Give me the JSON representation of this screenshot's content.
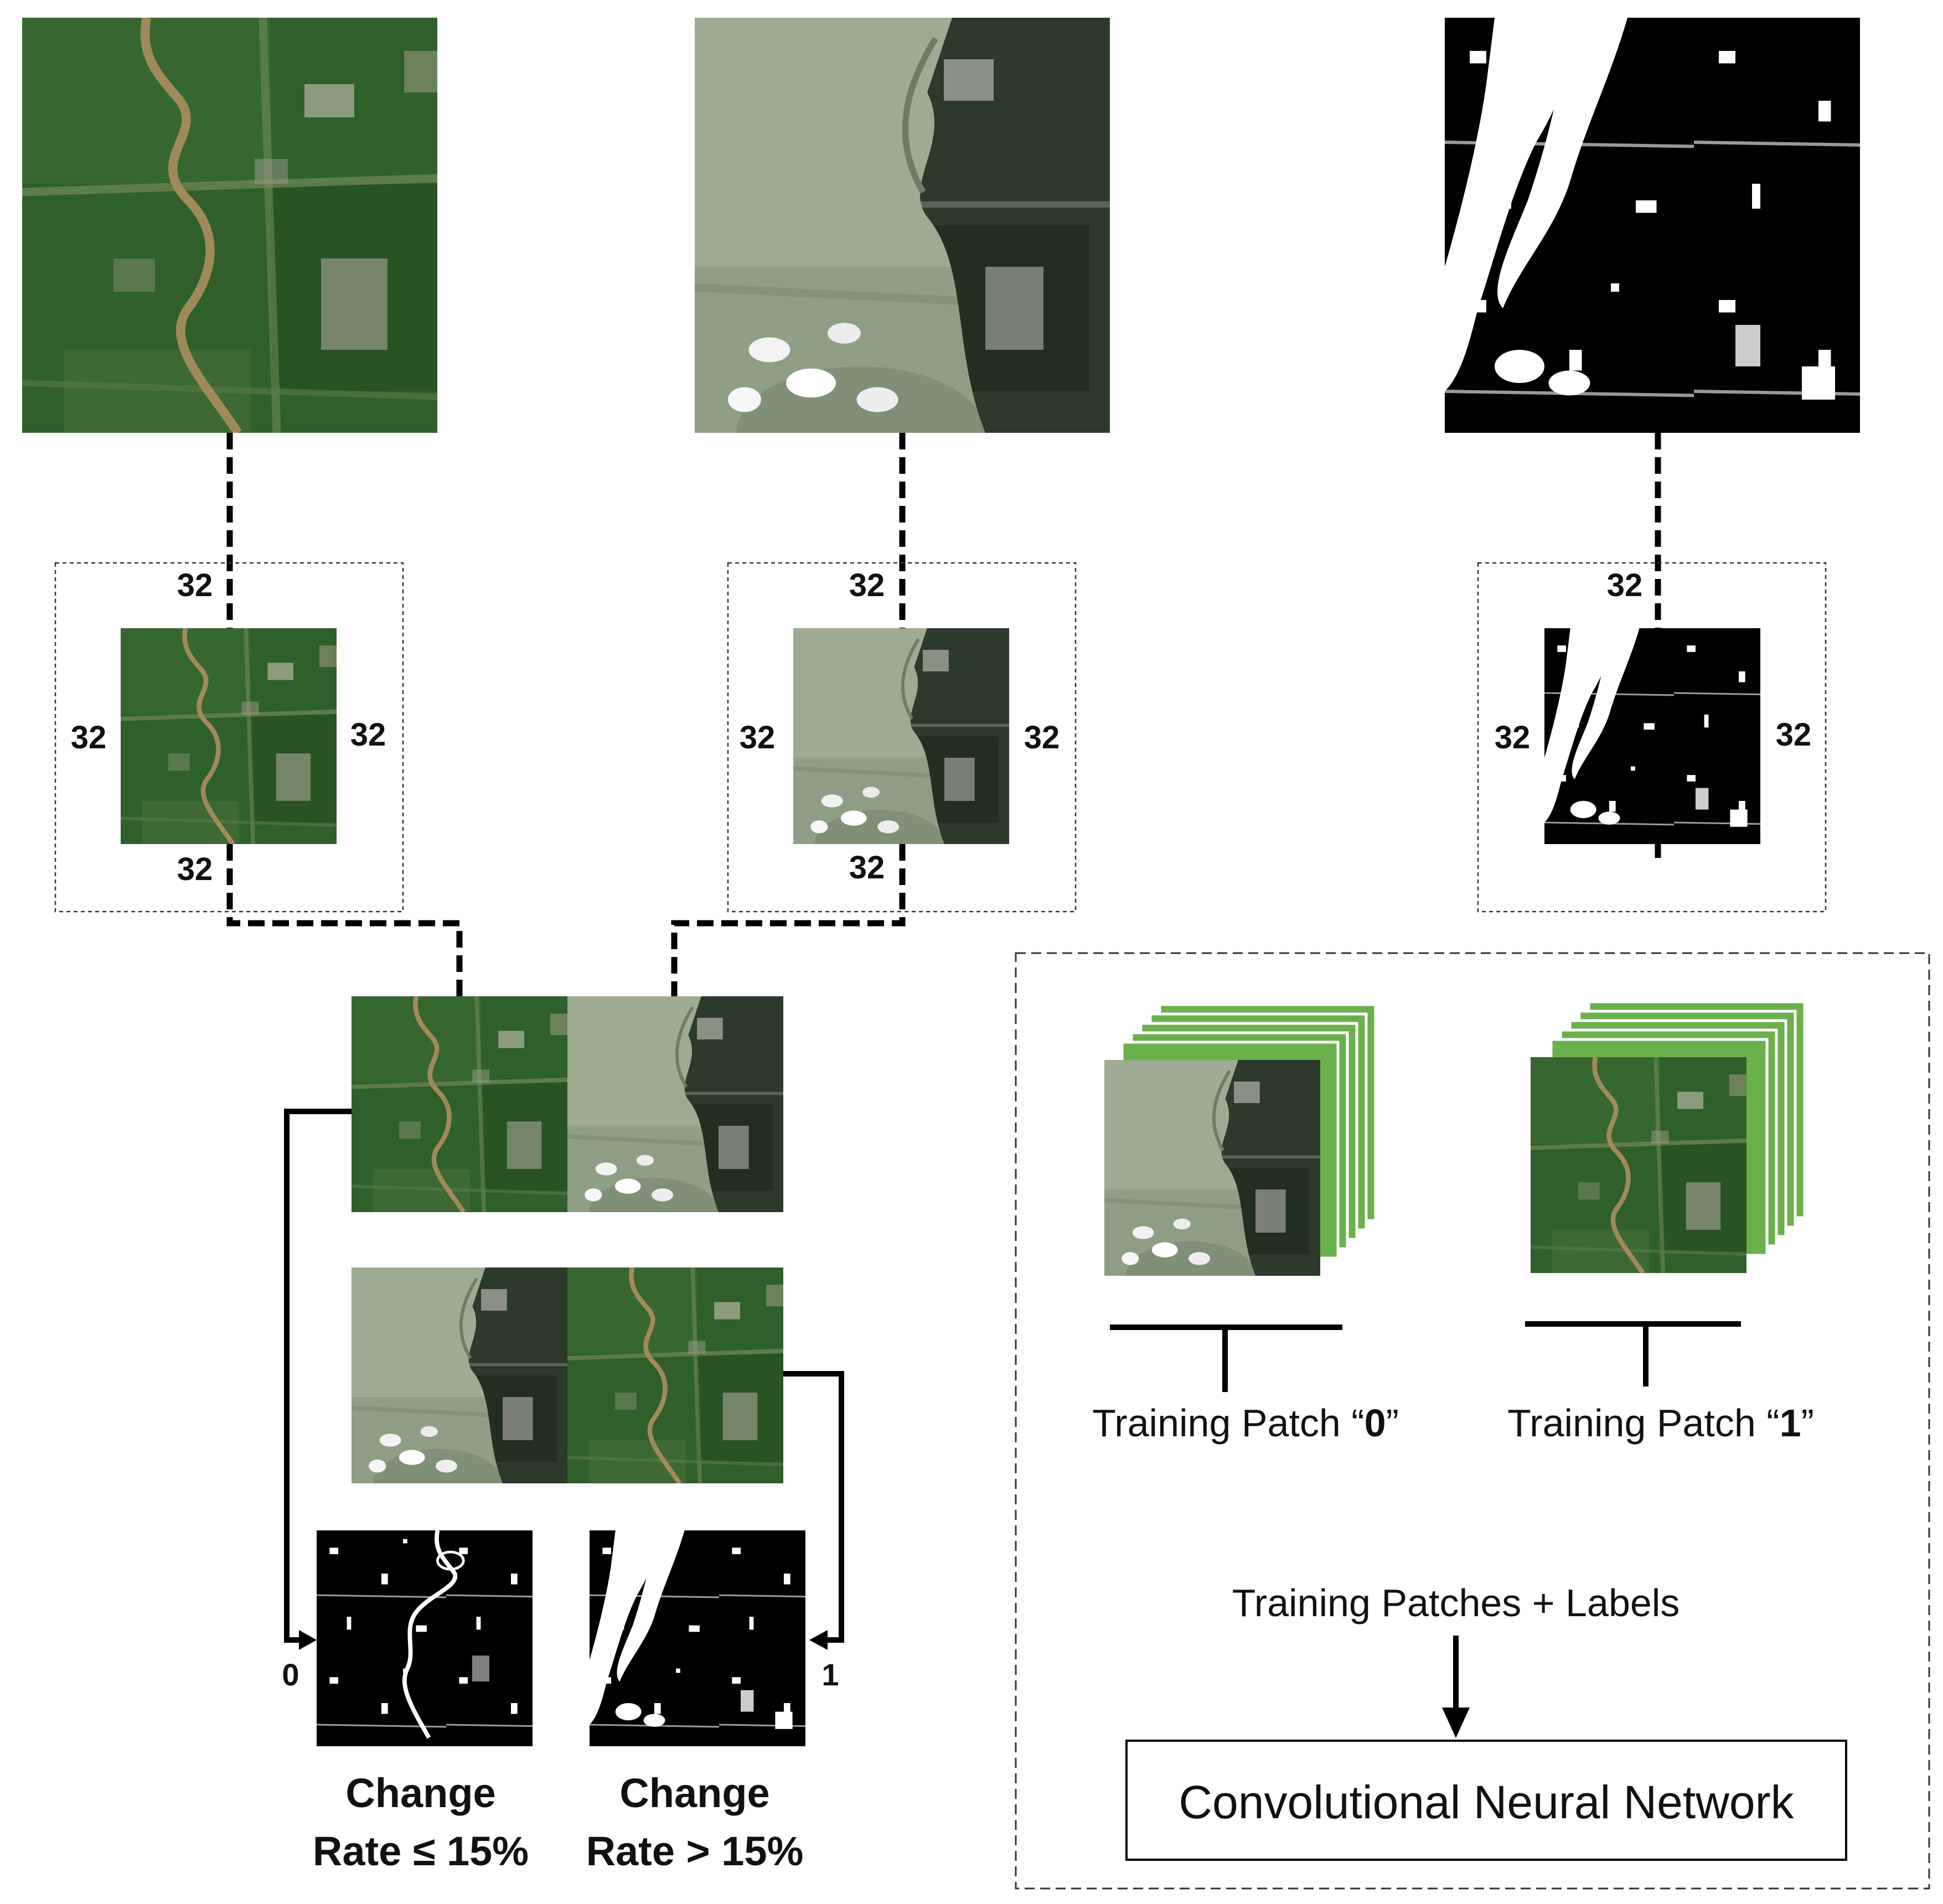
{
  "patch_dims": {
    "left_patch": {
      "top": "32",
      "left": "32",
      "right": "32",
      "bottom": "32"
    },
    "middle_patch": {
      "top": "32",
      "left": "32",
      "right": "32",
      "bottom": "32"
    },
    "right_patch": {
      "top": "32",
      "left": "32",
      "right": "32"
    }
  },
  "outputs": {
    "low": {
      "label": "0",
      "title_line1": "Change",
      "title_line2": "Rate ≤ 15%"
    },
    "high": {
      "label": "1",
      "title_line1": "Change",
      "title_line2": "Rate > 15%"
    }
  },
  "training": {
    "patch0_prefix": "Training Patch “",
    "patch0_value": "0",
    "patch0_suffix": "”",
    "patch1_prefix": "Training Patch “",
    "patch1_value": "1",
    "patch1_suffix": "”",
    "patches_labels": "Training Patches + Labels",
    "cnn": "Convolutional Neural Network"
  },
  "colors": {
    "vegetation": "#2f5f2a",
    "flood": "#8f9f86",
    "stack_green": "#6ab04c",
    "mask_black": "#000000",
    "mask_white": "#ffffff"
  }
}
